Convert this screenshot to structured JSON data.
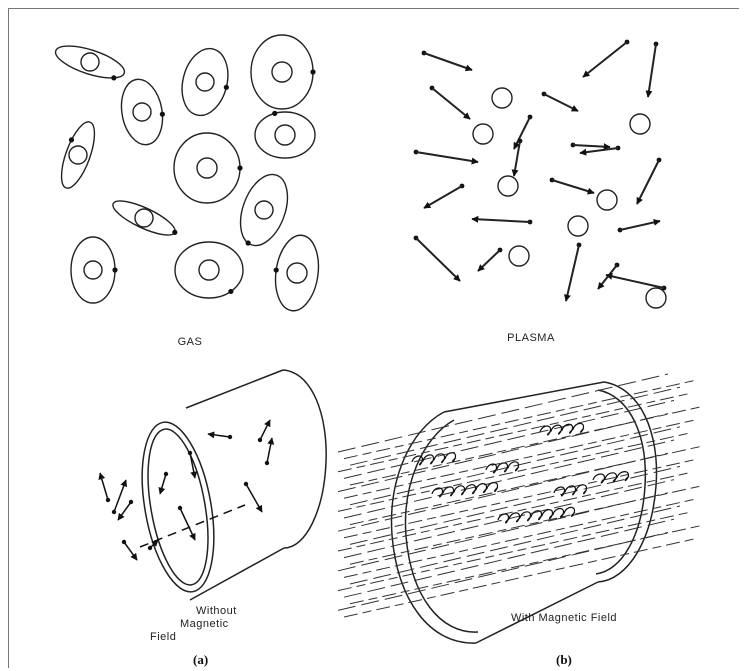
{
  "panels": {
    "gas_label": "GAS",
    "plasma_label": "PLASMA",
    "without_field_line1": "Without",
    "without_field_line2": "Magnetic Field",
    "with_field_label": "With Magnetic Field",
    "caption_a": "(a)",
    "caption_b": "(b)"
  }
}
